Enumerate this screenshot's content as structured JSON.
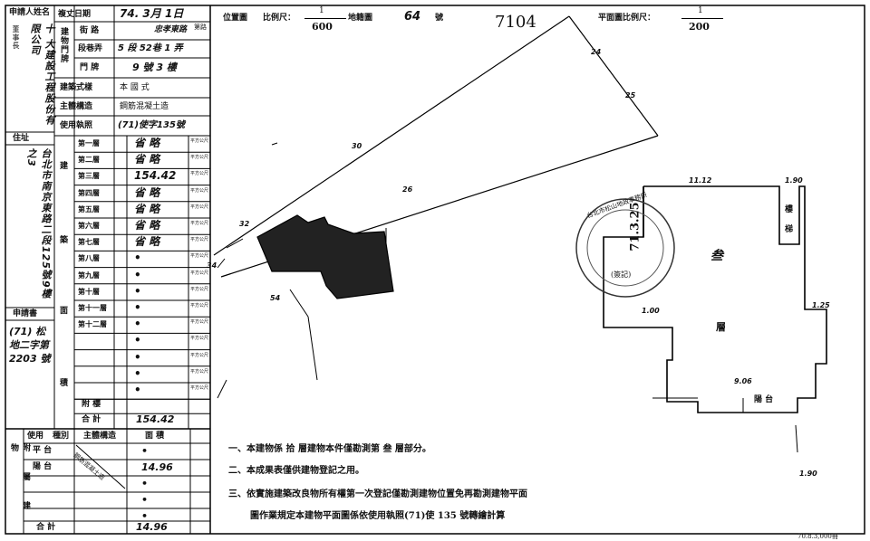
{
  "form": {
    "applicant_label": "申請人姓名",
    "applicant_name": "十 大建設工程股份有限公司",
    "applicant_sub": "董事長",
    "address_label": "住址",
    "address_value": "台北市南京東路二段125號9樓之3",
    "survey_date_label": "複丈日期",
    "survey_date_value": "74. 3月 1日",
    "street_label": "街 路",
    "street_value": "忠孝東路",
    "street_suffix": "第路",
    "building_plate_label": "建物門牌",
    "lane_label": "段巷弄",
    "lane_value": "5 段 52巷 1 弄",
    "number_label": "門 牌",
    "number_value": "9 號 3 樓",
    "style_label": "建築式樣",
    "style_value": "本 國 式",
    "structure_label": "主體構造",
    "structure_value": "鋼筋混凝土造",
    "permit_label": "使用執照",
    "permit_value": "(71)使字135號",
    "area_side_chars": [
      "建",
      "築",
      "面",
      "積"
    ],
    "floors": [
      {
        "label": "第一層",
        "value": "省 略",
        "unit": "平方公尺"
      },
      {
        "label": "第二層",
        "value": "省 略",
        "unit": "平方公尺"
      },
      {
        "label": "第三層",
        "value": "154.42",
        "unit": "平方公尺"
      },
      {
        "label": "第四層",
        "value": "省 略",
        "unit": "平方公尺"
      },
      {
        "label": "第五層",
        "value": "省 略",
        "unit": "平方公尺"
      },
      {
        "label": "第六層",
        "value": "省 略",
        "unit": "平方公尺"
      },
      {
        "label": "第七層",
        "value": "省 略",
        "unit": "平方公尺"
      },
      {
        "label": "第八層",
        "value": "•",
        "unit": "平方公尺"
      },
      {
        "label": "第九層",
        "value": "•",
        "unit": "平方公尺"
      },
      {
        "label": "第十層",
        "value": "•",
        "unit": "平方公尺"
      },
      {
        "label": "第十一層",
        "value": "•",
        "unit": "平方公尺"
      },
      {
        "label": "第十二層",
        "value": "•",
        "unit": "平方公尺"
      },
      {
        "label": "",
        "value": "•",
        "unit": "平方公尺"
      },
      {
        "label": "",
        "value": "•",
        "unit": "平方公尺"
      },
      {
        "label": "",
        "value": "•",
        "unit": "平方公尺"
      },
      {
        "label": "",
        "value": "•",
        "unit": "平方公尺"
      }
    ],
    "applicant_doc_label": "申請書",
    "applicant_doc_value": "(71) 松地二字第 2203 號",
    "annex_row_label": "附 樓",
    "total_label": "合 計",
    "total_value": "154.42",
    "annex_header_use": "使用",
    "annex_header_floor": "種別",
    "annex_header_structure": "主體構造",
    "annex_header_area": "面 積",
    "annex_side": "附 屬 建 物",
    "annex_rows": [
      {
        "use": "平 台",
        "area": "•"
      },
      {
        "use": "陽 台",
        "area": "14.96"
      },
      {
        "use": "",
        "area": "•"
      },
      {
        "use": "",
        "area": "•"
      },
      {
        "use": "",
        "area": "•"
      }
    ],
    "annex_total_label": "合 計",
    "annex_total_value": "14.96",
    "stamp_text": "鋼筋混凝土造"
  },
  "map": {
    "position_label": "位置圖",
    "scale_label": "比例尺：",
    "scale_num": "1",
    "scale_den": "600",
    "sheet_label": "地籍圖",
    "sheet_no": "64",
    "sheet_suffix": "號",
    "lot_number": "7104",
    "plan_scale_label": "平面圖比例尺：",
    "plan_scale_num": "1",
    "plan_scale_den": "200",
    "dims_lot": [
      "30",
      "26",
      "32",
      "54",
      "34",
      "24",
      "25"
    ],
    "seal_date": "71.3.25",
    "seal_ring_text": "台北市松山地政事務所",
    "seal_center": "(簽記)",
    "plan_floor_char": "叁",
    "plan_layer_char": "層",
    "plan_right_labels": [
      "樓",
      "梯"
    ],
    "balcony_label": "陽 台",
    "plan_dims": [
      "11.12",
      "1.90",
      "1.25",
      "9.06",
      "1.90",
      "1.00"
    ]
  },
  "notes": {
    "line1": "一、本建物係 拾 層建物本件僅勘測第 叁 層部分。",
    "line2": "二、本成果表僅供建物登記之用。",
    "line3": "三、依實施建築改良物所有權第一次登記僅勘測建物位置免再勘測建物平面",
    "line4": "圖作業規定本建物平面圖係依使用執照(71)使 135 號轉繪計算",
    "footer": "70.8.3,000冊"
  }
}
